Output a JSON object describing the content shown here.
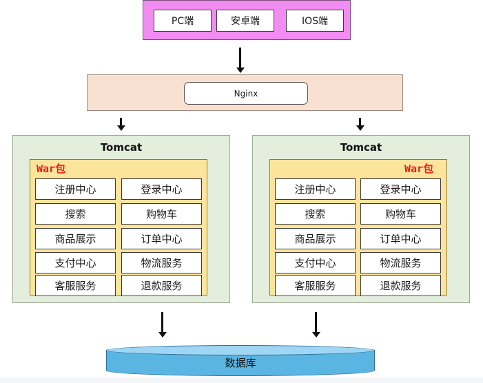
{
  "clients": [
    "PC端",
    "安卓端",
    "IOS端"
  ],
  "nginx": {
    "label": "Nginx"
  },
  "tomcats": [
    {
      "title": "Tomcat",
      "war_label": "War包",
      "services": [
        [
          "注册中心",
          "登录中心"
        ],
        [
          "搜索",
          "购物车"
        ],
        [
          "商品展示",
          "订单中心"
        ],
        [
          "支付中心",
          "物流服务"
        ],
        [
          "客服服务",
          "退款服务"
        ]
      ]
    },
    {
      "title": "Tomcat",
      "war_label": "War包",
      "services": [
        [
          "注册中心",
          "登录中心"
        ],
        [
          "搜索",
          "购物车"
        ],
        [
          "商品展示",
          "订单中心"
        ],
        [
          "支付中心",
          "物流服务"
        ],
        [
          "客服服务",
          "退款服务"
        ]
      ]
    }
  ],
  "database": {
    "label": "数据库"
  },
  "colors": {
    "clients_bg": "#f28cf2",
    "nginx_bg": "#f9e1d2",
    "tomcat_bg": "#e3eedd",
    "war_bg": "#fde49c",
    "war_label": "#e8211d",
    "db_fill": "#5ab5e2"
  }
}
